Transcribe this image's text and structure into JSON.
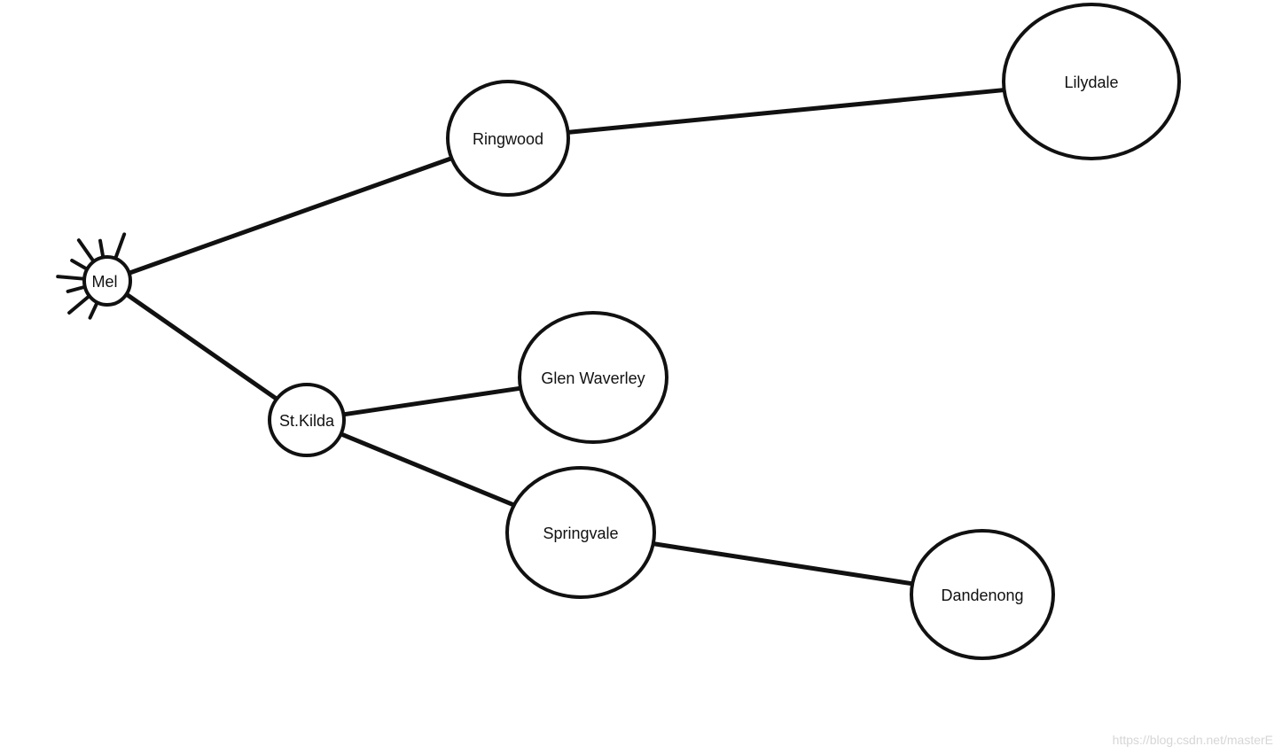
{
  "nodes": [
    {
      "id": "mel",
      "label": "Mel",
      "start": true
    },
    {
      "id": "ringwood",
      "label": "Ringwood"
    },
    {
      "id": "lilydale",
      "label": "Lilydale"
    },
    {
      "id": "stkilda",
      "label": "St.Kilda"
    },
    {
      "id": "glenwaverley",
      "label": "Glen Waverley"
    },
    {
      "id": "springvale",
      "label": "Springvale"
    },
    {
      "id": "dandenong",
      "label": "Dandenong"
    }
  ],
  "edges": [
    {
      "from": "mel",
      "to": "ringwood"
    },
    {
      "from": "ringwood",
      "to": "lilydale"
    },
    {
      "from": "mel",
      "to": "stkilda"
    },
    {
      "from": "stkilda",
      "to": "glenwaverley"
    },
    {
      "from": "stkilda",
      "to": "springvale"
    },
    {
      "from": "springvale",
      "to": "dandenong"
    }
  ],
  "watermark": "https://blog.csdn.net/masterE"
}
